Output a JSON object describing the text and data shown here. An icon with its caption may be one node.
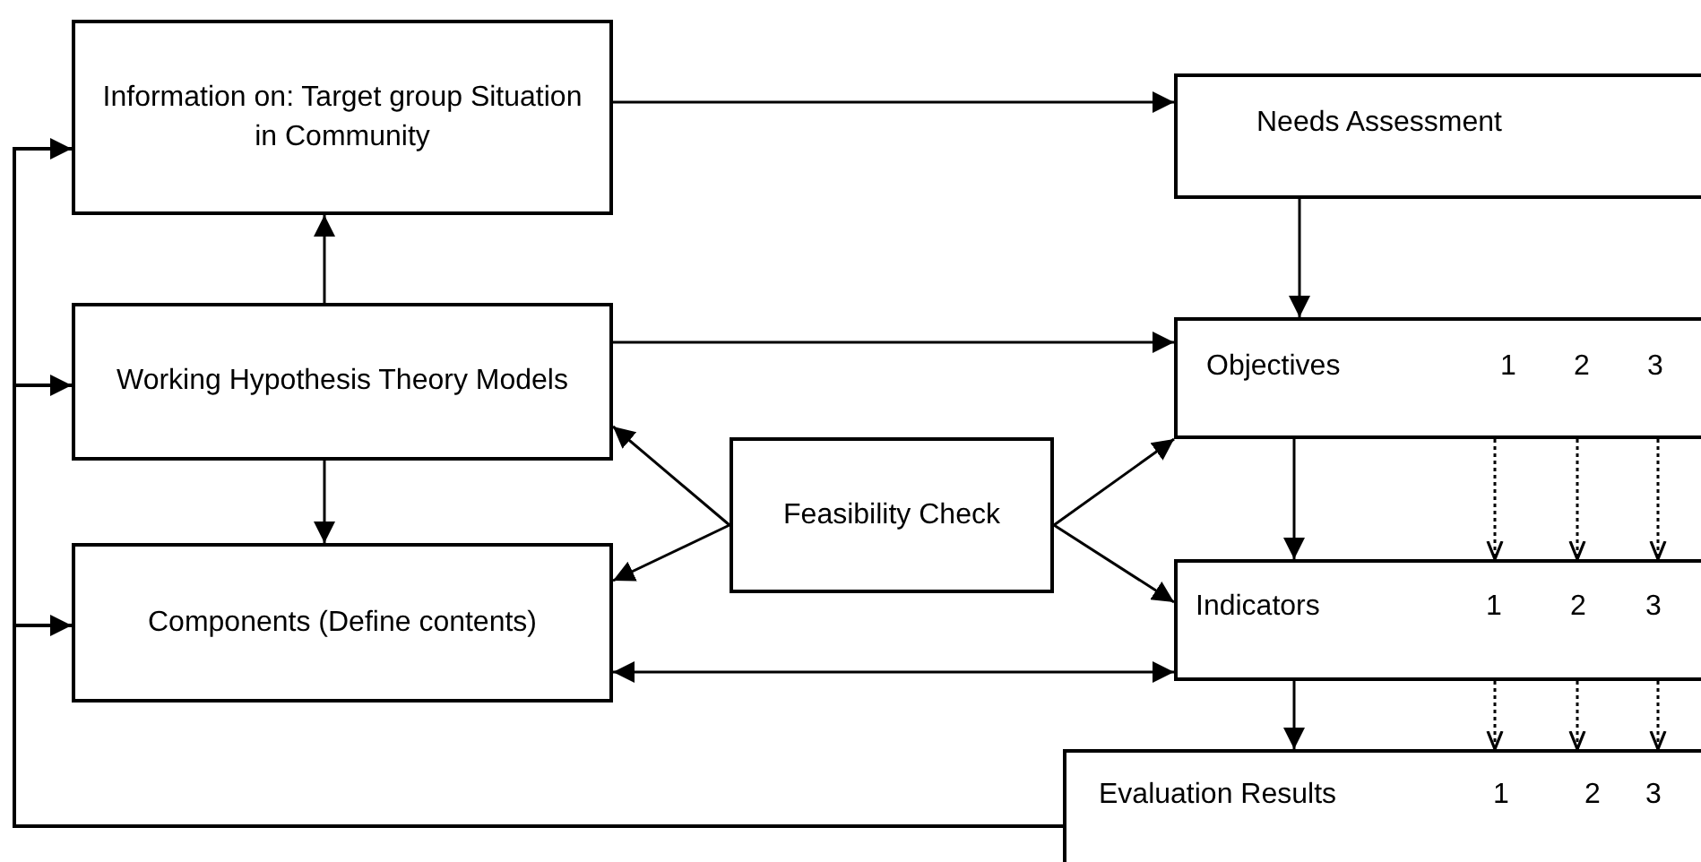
{
  "diagram": {
    "nodes": [
      {
        "text": [
          "Information on: Target group Situation in Community"
        ]
      },
      {
        "text": [
          "Working Hypothesis Theory Models"
        ]
      },
      {
        "text": [
          "Components (Define contents)"
        ]
      },
      {
        "text": [
          "Feasibility Check"
        ]
      },
      {
        "text": [
          "Needs Assessment"
        ]
      },
      {
        "text": [
          "Objectives",
          "1",
          "2",
          "3"
        ]
      },
      {
        "text": [
          "Indicators",
          "1",
          "2",
          "3"
        ]
      },
      {
        "text": [
          "Evaluation Results",
          "1",
          "2",
          "3"
        ]
      }
    ],
    "edges": [
      {
        "from": 0,
        "to": 4,
        "arrow": "to"
      },
      {
        "from": 4,
        "to": 5,
        "arrow": "to"
      },
      {
        "from": 1,
        "to": 0,
        "arrow": "to"
      },
      {
        "from": 1,
        "to": 2,
        "arrow": "to"
      },
      {
        "from": 1,
        "to": 5,
        "arrow": "to"
      },
      {
        "from": 3,
        "to": 1,
        "arrow": "to"
      },
      {
        "from": 3,
        "to": 2,
        "arrow": "to"
      },
      {
        "from": 3,
        "to": 5,
        "arrow": "to"
      },
      {
        "from": 3,
        "to": 6,
        "arrow": "to"
      },
      {
        "from": 2,
        "to": 6,
        "arrow": "both"
      },
      {
        "from": 5,
        "to": 6,
        "arrow": "to"
      },
      {
        "from": 5,
        "to": 6,
        "arrow": "to",
        "style": "dashed"
      },
      {
        "from": 5,
        "to": 6,
        "arrow": "to",
        "style": "dashed"
      },
      {
        "from": 5,
        "to": 6,
        "arrow": "to",
        "style": "dashed"
      },
      {
        "from": 6,
        "to": 7,
        "arrow": "to"
      },
      {
        "from": 6,
        "to": 7,
        "arrow": "to",
        "style": "dashed"
      },
      {
        "from": 6,
        "to": 7,
        "arrow": "to",
        "style": "dashed"
      },
      {
        "from": 6,
        "to": 7,
        "arrow": "to",
        "style": "dashed"
      },
      {
        "from": 7,
        "to": 0,
        "arrow": "to"
      },
      {
        "from": 7,
        "to": 1,
        "arrow": "to"
      },
      {
        "from": 7,
        "to": 2,
        "arrow": "to"
      }
    ]
  }
}
